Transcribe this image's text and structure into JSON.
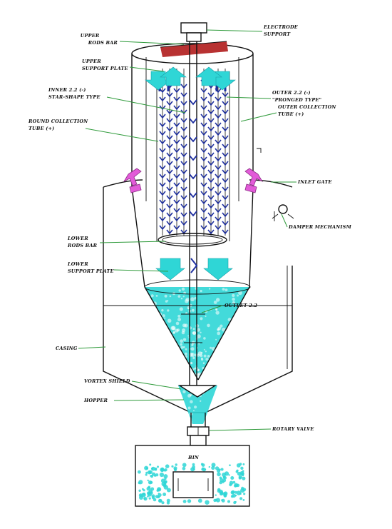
{
  "colors": {
    "line": "#111111",
    "leader": "#2e9a3a",
    "dust": "#2fd6d6",
    "flow_arrow": "#1e2fa0",
    "header_plate": "#b83232",
    "inlet": "#e25bd8"
  },
  "labels": {
    "upper_rods_bar": [
      "UPPER",
      "RODS BAR"
    ],
    "electrode_support": [
      "ELECTRODE",
      "SUPPORT"
    ],
    "upper_support_plate": [
      "UPPER",
      "SUPPORT PLATE"
    ],
    "inner_rods": [
      "INNER 2.2 (-)",
      "STAR-SHAPE TYPE"
    ],
    "outer_rods": [
      "OUTER 2.2 (-)",
      "\"PRONGED TYPE\""
    ],
    "round_collection_tube": [
      "ROUND COLLECTION",
      "TUBE (+)"
    ],
    "outer_collection_tube": [
      "OUTER COLLECTION",
      "TUBE (+)"
    ],
    "inlet_gate": [
      "INLET GATE"
    ],
    "damper": [
      "DAMPER MECHANISM"
    ],
    "lower_rods_bar": [
      "LOWER",
      "RODS BAR"
    ],
    "lower_support_plate": [
      "LOWER",
      "SUPPORT PLATE"
    ],
    "outlet_bar": [
      "OUTLET 2.2"
    ],
    "casing": [
      "CASING"
    ],
    "vortex_shield": [
      "VORTEX SHIELD"
    ],
    "hopper": [
      "HOPPER"
    ],
    "rotary_valve": [
      "ROTARY VALVE"
    ],
    "bin": [
      "BIN"
    ]
  }
}
